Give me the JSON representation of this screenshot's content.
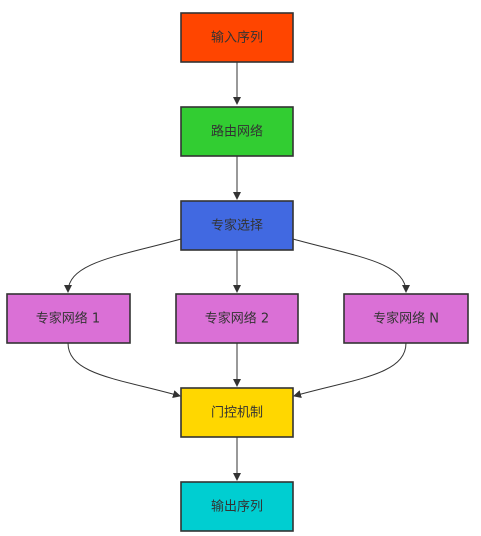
{
  "diagram": {
    "nodes": [
      {
        "id": "input",
        "label": "输入序列",
        "color": "#ff4500"
      },
      {
        "id": "router",
        "label": "路由网络",
        "color": "#32cd32"
      },
      {
        "id": "select",
        "label": "专家选择",
        "color": "#4169e1"
      },
      {
        "id": "expert1",
        "label": "专家网络 1",
        "color": "#da70d6"
      },
      {
        "id": "expert2",
        "label": "专家网络 2",
        "color": "#da70d6"
      },
      {
        "id": "expertN",
        "label": "专家网络 N",
        "color": "#da70d6"
      },
      {
        "id": "gate",
        "label": "门控机制",
        "color": "#ffd700"
      },
      {
        "id": "output",
        "label": "输出序列",
        "color": "#00ced1"
      }
    ],
    "edges": [
      {
        "from": "input",
        "to": "router"
      },
      {
        "from": "router",
        "to": "select"
      },
      {
        "from": "select",
        "to": "expert1"
      },
      {
        "from": "select",
        "to": "expert2"
      },
      {
        "from": "select",
        "to": "expertN"
      },
      {
        "from": "expert1",
        "to": "gate"
      },
      {
        "from": "expert2",
        "to": "gate"
      },
      {
        "from": "expertN",
        "to": "gate"
      },
      {
        "from": "gate",
        "to": "output"
      }
    ]
  }
}
